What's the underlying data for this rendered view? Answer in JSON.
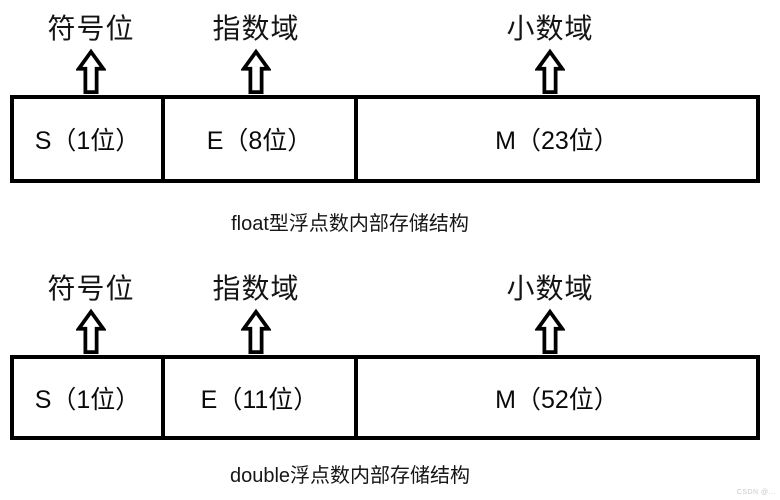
{
  "colors": {
    "ink": "#000000",
    "background": "#ffffff",
    "watermark_gray": "#c9c9c9"
  },
  "sections": [
    {
      "id": "float",
      "pointers": [
        {
          "label": "符号位",
          "icon": "up-block-arrow"
        },
        {
          "label": "指数域",
          "icon": "up-block-arrow"
        },
        {
          "label": "小数域",
          "icon": "up-block-arrow"
        }
      ],
      "cells": [
        {
          "field": "sign",
          "text": "S（1位）"
        },
        {
          "field": "exponent",
          "text": "E（8位）"
        },
        {
          "field": "mantissa",
          "text": "M（23位）"
        }
      ],
      "caption": "float型浮点数内部存储结构"
    },
    {
      "id": "double",
      "pointers": [
        {
          "label": "符号位",
          "icon": "up-block-arrow"
        },
        {
          "label": "指数域",
          "icon": "up-block-arrow"
        },
        {
          "label": "小数域",
          "icon": "up-block-arrow"
        }
      ],
      "cells": [
        {
          "field": "sign",
          "text": "S（1位）"
        },
        {
          "field": "exponent",
          "text": "E（11位）"
        },
        {
          "field": "mantissa",
          "text": "M（52位）"
        }
      ],
      "caption": "double浮点数内部存储结构"
    }
  ],
  "watermark": "CSDN @..."
}
